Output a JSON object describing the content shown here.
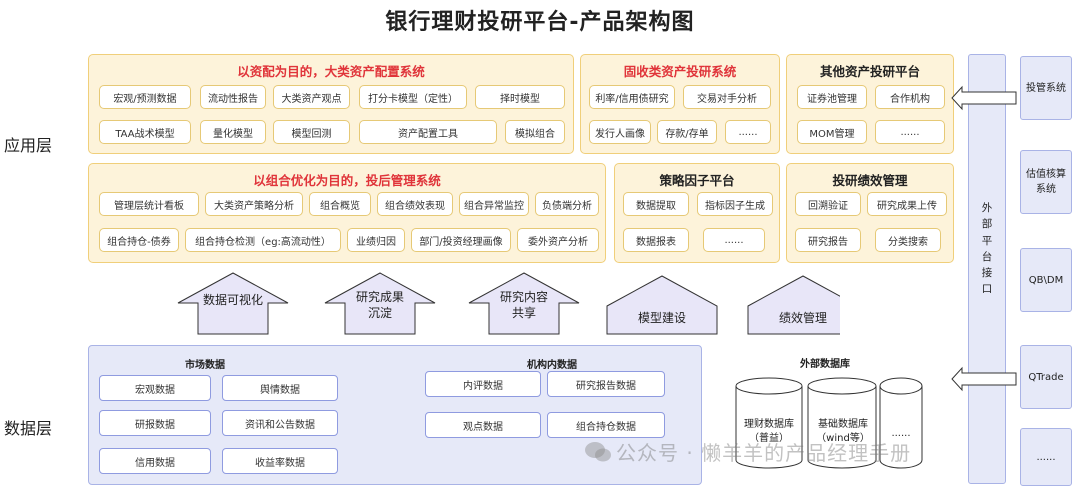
{
  "title": "银行理财投研平台-产品架构图",
  "layers": {
    "app": "应用层",
    "data": "数据层"
  },
  "p1": {
    "title": "以资配为目的，大类资产配置系统",
    "items": [
      "宏观/预测数据",
      "流动性报告",
      "大类资产观点",
      "打分卡模型（定性）",
      "择时模型",
      "TAA战术模型",
      "量化模型",
      "模型回测",
      "资产配置工具",
      "模拟组合"
    ]
  },
  "p2": {
    "title": "固收类资产投研系统",
    "items": [
      "利率/信用债研究",
      "交易对手分析",
      "发行人画像",
      "存款/存单",
      "......"
    ]
  },
  "p3": {
    "title": "其他资产投研平台",
    "items": [
      "证券池管理",
      "合作机构",
      "MOM管理",
      "......"
    ]
  },
  "p4": {
    "title": "以组合优化为目的，投后管理系统",
    "items": [
      "管理层统计看板",
      "大类资产策略分析",
      "组合概览",
      "组合绩效表现",
      "组合异常监控",
      "负债端分析",
      "组合持仓-债券",
      "组合持仓检测（eg:高流动性）",
      "业绩归因",
      "部门/投资经理画像",
      "委外资产分析"
    ]
  },
  "p5": {
    "title": "策略因子平台",
    "items": [
      "数据提取",
      "指标因子生成",
      "数据报表",
      "......"
    ]
  },
  "p6": {
    "title": "投研绩效管理",
    "items": [
      "回溯验证",
      "研究成果上传",
      "研究报告",
      "分类搜索"
    ]
  },
  "arrows": [
    "数据可视化",
    "研究成果\n沉淀",
    "研究内容\n共享",
    "模型建设",
    "绩效管理"
  ],
  "market": {
    "title": "市场数据",
    "items": [
      "宏观数据",
      "舆情数据",
      "研报数据",
      "资讯和公告数据",
      "信用数据",
      "收益率数据"
    ]
  },
  "inst": {
    "title": "机构内数据",
    "items": [
      "内评数据",
      "研究报告数据",
      "观点数据",
      "组合持仓数据"
    ]
  },
  "external": {
    "title": "外部数据库",
    "items": [
      "理财数据库\n（普益）",
      "基础数据库\n（wind等）",
      "......"
    ]
  },
  "interface": "外\n部\n平\n台\n接\n口",
  "systems": [
    "投管系统",
    "估值核算\n系统",
    "QB\\DM",
    "QTrade",
    "......"
  ],
  "watermark": "公众号 · 懒羊羊的产品经理手册",
  "colors": {
    "panel_fill": "#fdf3da",
    "panel_border": "#f0cf7a",
    "data_fill": "#e6e9f8",
    "data_border": "#a9b3e6",
    "accent_red": "#e0343a",
    "arrow_fill": "#e8e6f8"
  }
}
